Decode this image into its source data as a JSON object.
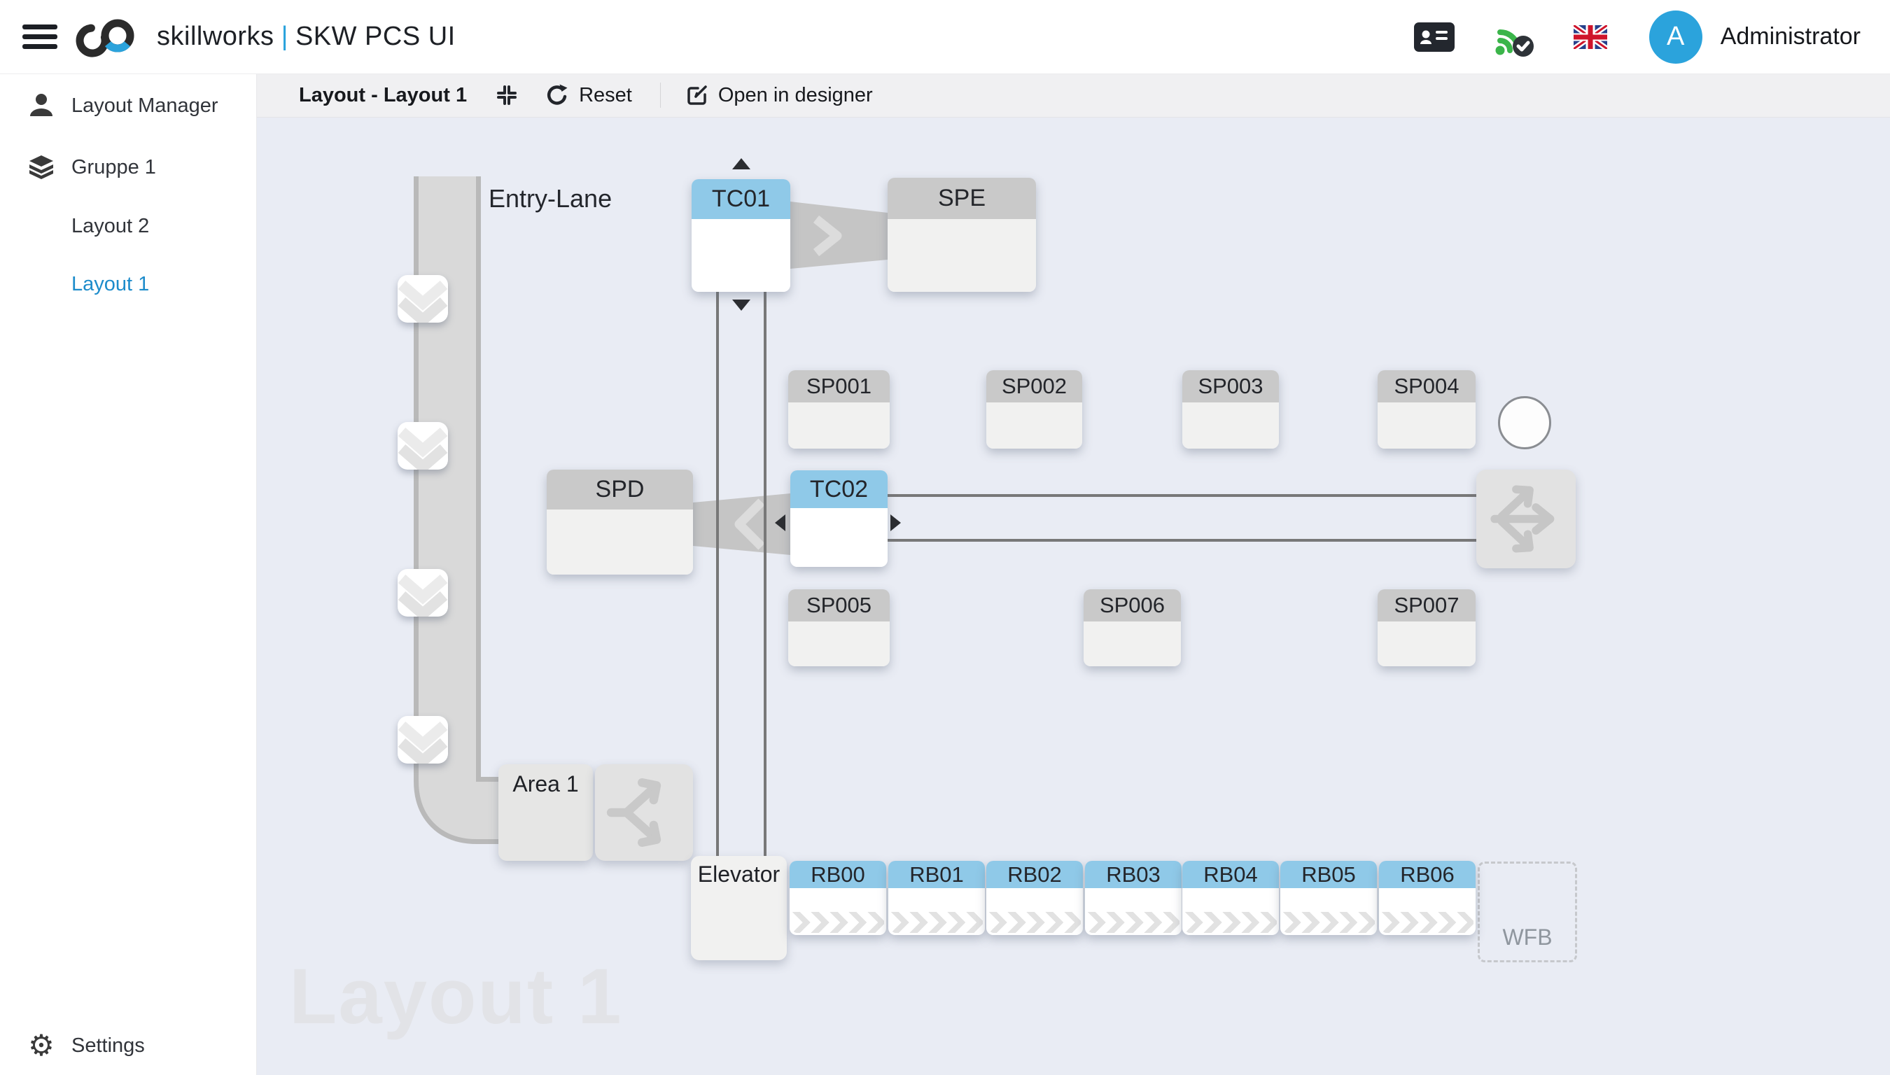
{
  "header": {
    "brand": "skillworks",
    "separator": "|",
    "app_title": "SKW PCS UI",
    "icons": [
      "hamburger-icon",
      "id-card-icon",
      "connection-ok-icon",
      "language-flag-uk-icon"
    ],
    "user": {
      "initial": "A",
      "name": "Administrator"
    }
  },
  "sidebar": {
    "items": [
      {
        "label": "Layout Manager",
        "icon": "person-icon",
        "indent": false,
        "active": false
      },
      {
        "label": "Gruppe 1",
        "icon": "layers-icon",
        "indent": false,
        "active": false
      },
      {
        "label": "Layout 2",
        "icon": null,
        "indent": true,
        "active": false
      },
      {
        "label": "Layout 1",
        "icon": null,
        "indent": true,
        "active": true
      }
    ],
    "settings": {
      "label": "Settings",
      "icon": "gear-icon",
      "glyph": "⚙"
    }
  },
  "toolbar": {
    "title": "Layout - Layout 1",
    "fit_icon": "fit-to-screen-icon",
    "reset": {
      "icon": "refresh-icon",
      "label": "Reset"
    },
    "designer": {
      "icon": "edit-icon",
      "label": "Open in designer"
    }
  },
  "canvas": {
    "watermark": "Layout 1",
    "entry_lane_label": "Entry-Lane",
    "area_label": "Area 1",
    "elevator_label": "Elevator",
    "wfb_label": "WFB",
    "nodes": {
      "tc01": "TC01",
      "spe": "SPE",
      "spd": "SPD",
      "tc02": "TC02"
    },
    "sp": [
      "SP001",
      "SP002",
      "SP003",
      "SP004",
      "SP005",
      "SP006",
      "SP007"
    ],
    "rb": [
      "RB00",
      "RB01",
      "RB02",
      "RB03",
      "RB04",
      "RB05",
      "RB06"
    ]
  },
  "colors": {
    "accent_blue": "#2ba3dc",
    "active_link_blue": "#1d8ccb",
    "node_header_blue": "#8fc9e8",
    "node_header_gray": "#c9c9c9",
    "node_body_gray": "#f1f1f0",
    "canvas_bg": "#e9ecf4",
    "lane_fill": "#d9d9d9",
    "lane_border": "#b9b9b9",
    "connector_fill": "#c5c5c5",
    "wire_gray": "#787878",
    "status_green": "#3bb54a",
    "badge_dark": "#2e3338"
  }
}
